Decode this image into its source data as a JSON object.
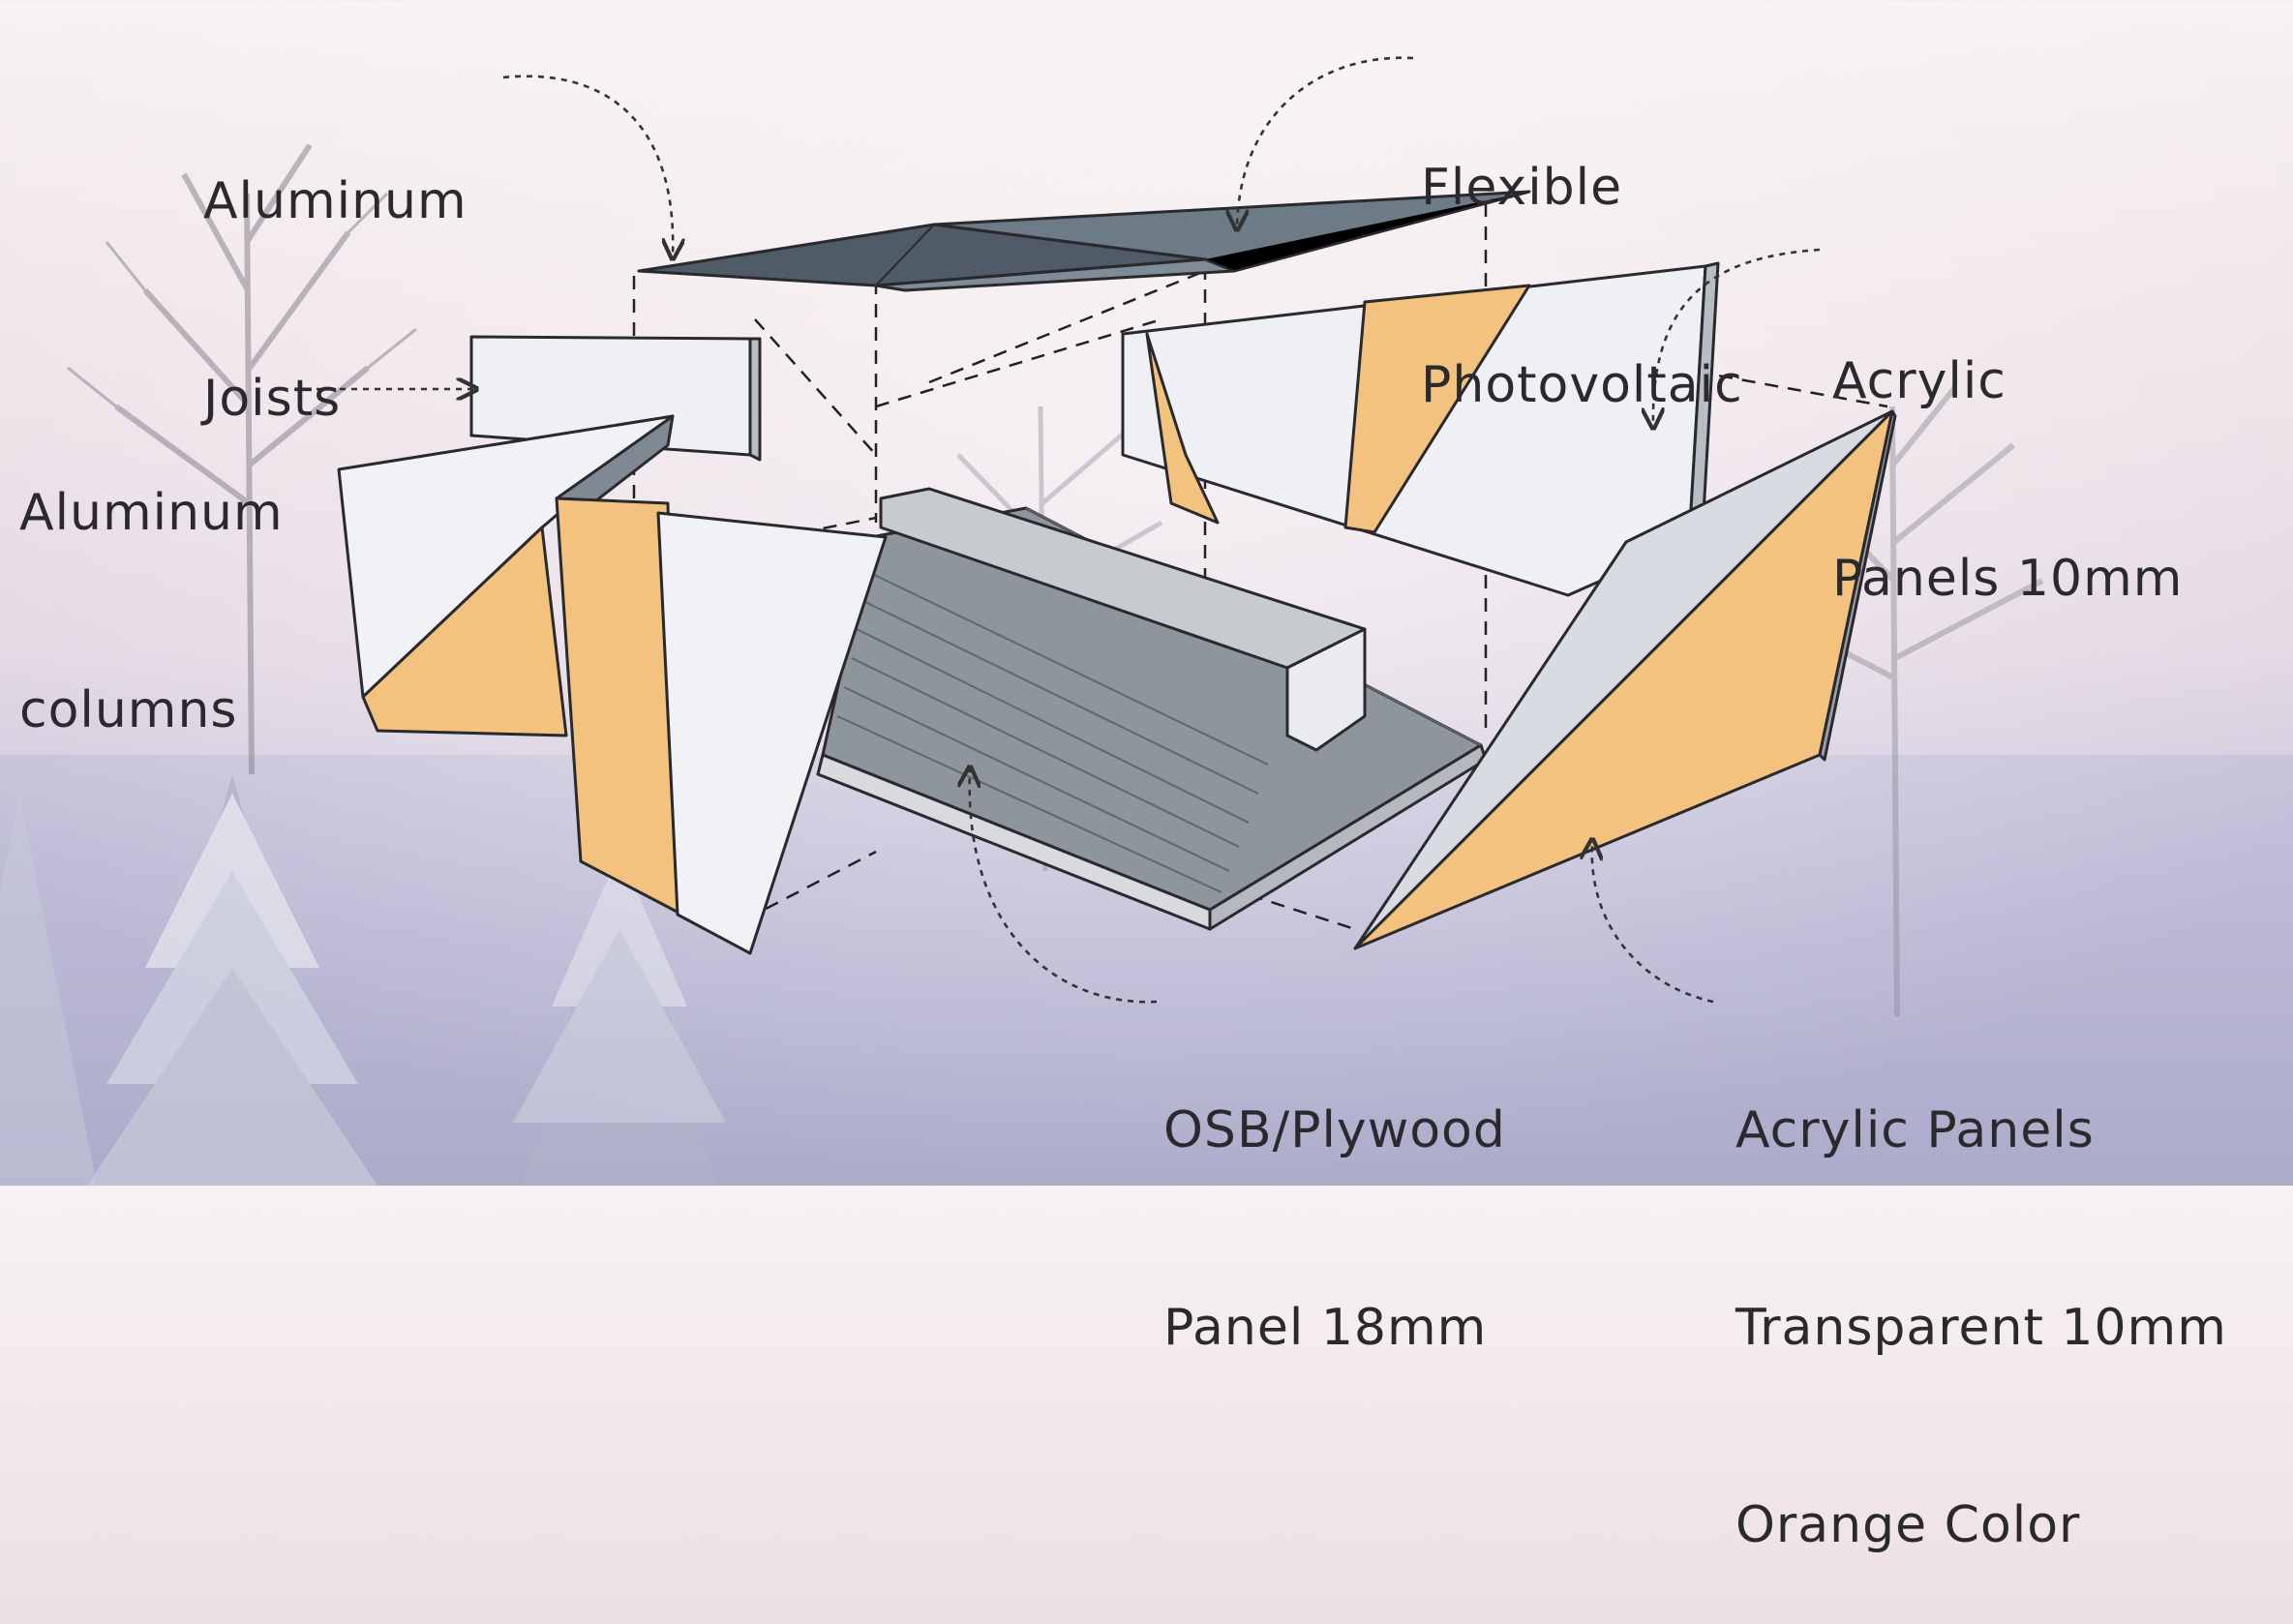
{
  "labels": {
    "aluminum_joists": {
      "line1": "Aluminum",
      "line2": "Joists"
    },
    "flexible_photovoltaic": {
      "line1": "Flexible",
      "line2": "Photovoltaic"
    },
    "acrylic_panels_10mm": {
      "line1": "Acrylic",
      "line2": "Panels 10mm"
    },
    "aluminum_columns": {
      "line1": "Aluminum",
      "line2": "columns"
    },
    "osb_plywood_panel": {
      "line1": "OSB/Plywood",
      "line2": "Panel 18mm"
    },
    "acrylic_panels_orange": {
      "line1": "Acrylic Panels",
      "line2": "Transparent 10mm",
      "line3": "Orange Color"
    }
  },
  "colors": {
    "orange_acrylic": "#f2c27e",
    "white_acrylic": "#eef0f4",
    "photovoltaic": "#5e6c78",
    "plywood_grey": "#9aa0a6",
    "label_text": "#2a2a2e"
  }
}
